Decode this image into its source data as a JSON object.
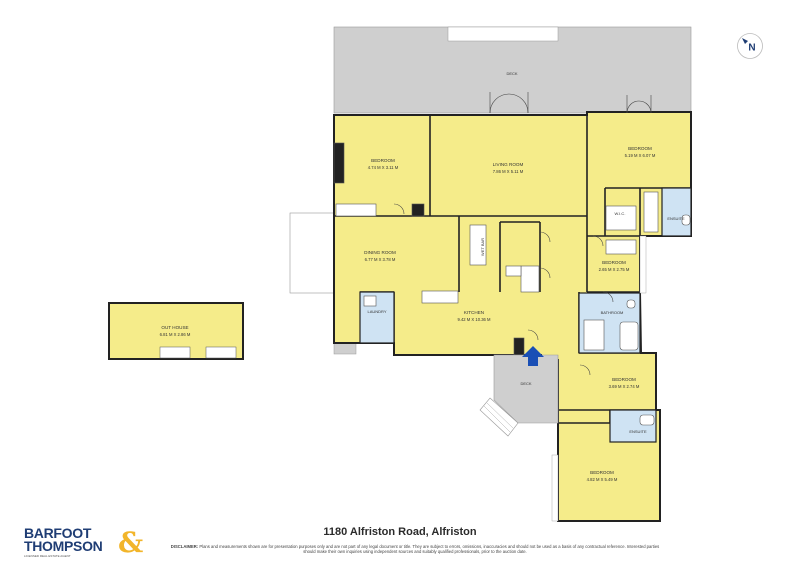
{
  "address": "1180 Alfriston Road, Alfriston",
  "disclaimer": {
    "label": "DISCLAIMER:",
    "text": "Plans and measurements shown are for presentation purposes only and are not part of any legal document or title. They are subject to errors, omissions, inaccuracies and should not be used as a basis of any contractual reference. Interested parties should make their own inquiries using independent sources and suitably qualified professionals, prior to the auction date."
  },
  "logo": {
    "line1": "BARFOOT",
    "line2": "THOMPSON",
    "ampersand": "&",
    "tagline": "LICENSED REAL ESTATE AGENT"
  },
  "compass": {
    "letter": "N"
  },
  "colors": {
    "room_fill": "#f5ec8a",
    "deck_fill": "#cfcfcf",
    "bath_fill": "#cfe3f3",
    "wall": "#222222",
    "entry_arrow": "#1a4fb5",
    "logo_blue": "#1f3d74",
    "logo_gold": "#f2b52a"
  },
  "rooms": {
    "deck_top": {
      "label": "DECK"
    },
    "bedroom_1": {
      "label": "BEDROOM",
      "dims": "4.74 M X 3.11 M"
    },
    "living": {
      "label": "LIVING ROOM",
      "dims": "7.86 M X 5.11 M"
    },
    "bedroom_2": {
      "label": "BEDROOM",
      "dims": "5.19 M X 6.07 M"
    },
    "wic": {
      "label": "W.I.C."
    },
    "ensuite_1": {
      "label": "ENSUITE"
    },
    "dining": {
      "label": "DINING ROOM",
      "dims": "6.77 M X 3.78 M"
    },
    "wet_bar": {
      "label": "WET BAR"
    },
    "bedroom_3": {
      "label": "BEDROOM",
      "dims": "2.65 M X 2.75 M"
    },
    "kitchen": {
      "label": "KITCHEN",
      "dims": "9.42 M X 10.36 M"
    },
    "laundry": {
      "label": "LAUNDRY"
    },
    "bathroom": {
      "label": "BATHROOM"
    },
    "out_house": {
      "label": "OUT HOUSE",
      "dims": "6.81 M X 2.86 M"
    },
    "deck_entry": {
      "label": "DECK"
    },
    "bedroom_4": {
      "label": "BEDROOM",
      "dims": "3.69 M X 2.74 M"
    },
    "ensuite_2": {
      "label": "ENSUITE"
    },
    "bedroom_5": {
      "label": "BEDROOM",
      "dims": "4.82 M X 5.49 M"
    }
  }
}
